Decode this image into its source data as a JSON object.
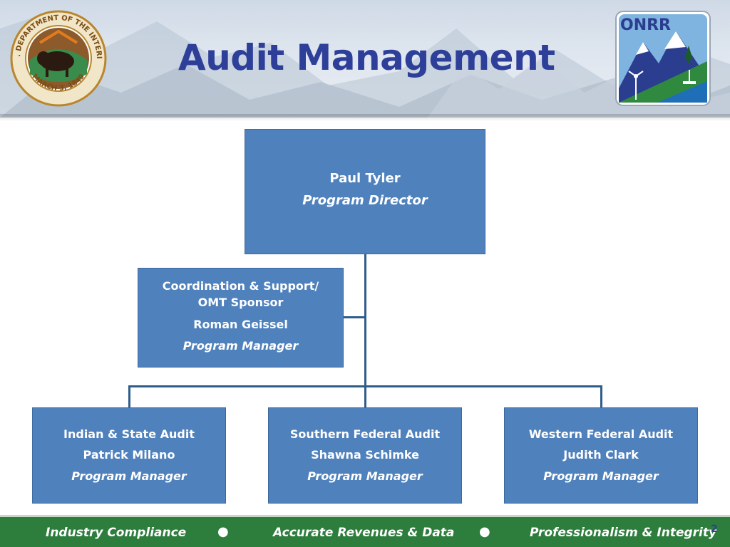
{
  "slide": {
    "title": "Audit Management",
    "page_number": "2"
  },
  "seal": {
    "top_text": "U.S. DEPARTMENT OF THE INTERIOR",
    "bottom_text": "MARCH 3, 1849"
  },
  "onrr_logo": {
    "text": "ONRR"
  },
  "org": {
    "director": {
      "name": "Paul Tyler",
      "title": "Program Director"
    },
    "support": {
      "unit_line1": "Coordination & Support/",
      "unit_line2": "OMT Sponsor",
      "name": "Roman Geissel",
      "title": "Program Manager"
    },
    "divisions": [
      {
        "unit": "Indian & State Audit",
        "name": "Patrick Milano",
        "title": "Program Manager"
      },
      {
        "unit": "Southern Federal Audit",
        "name": "Shawna Schimke",
        "title": "Program Manager"
      },
      {
        "unit": "Western Federal Audit",
        "name": "Judith Clark",
        "title": "Program Manager"
      }
    ]
  },
  "footer": {
    "items": [
      "Industry Compliance",
      "Accurate Revenues & Data",
      "Professionalism & Integrity"
    ],
    "separator": "●"
  },
  "colors": {
    "box": "#4f81bd",
    "title": "#2e3f9a",
    "footer": "#2d7d3c"
  }
}
